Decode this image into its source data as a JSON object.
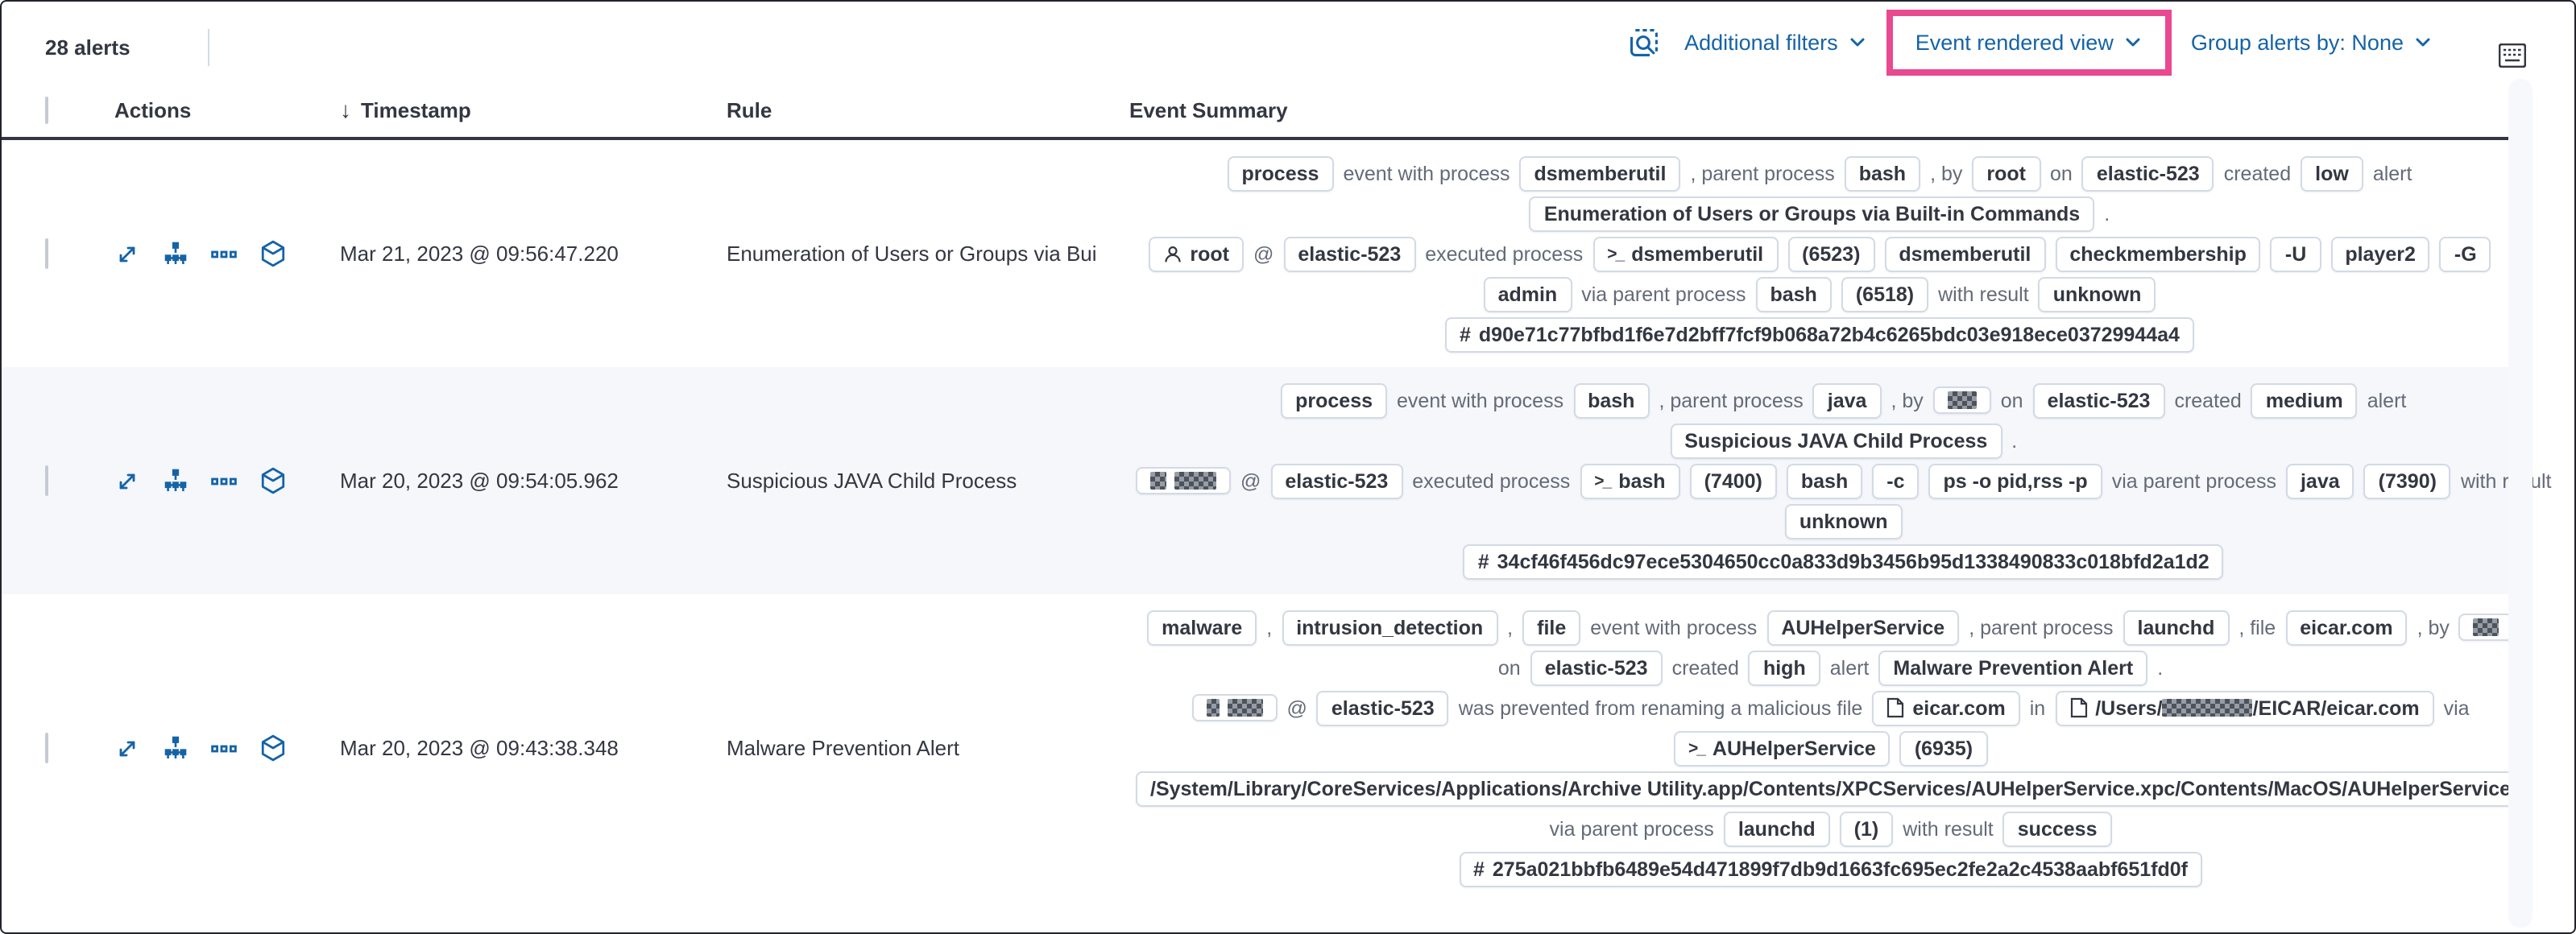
{
  "toolbar": {
    "alerts_count": "28 alerts",
    "additional_filters": "Additional filters",
    "view_selector": "Event rendered view",
    "group_by": "Group alerts by: None"
  },
  "icons": {
    "toolbar": [
      "inspect-icon",
      "chevron-down-icon",
      "keyboard-icon"
    ],
    "row_actions": [
      "expand-alert-icon",
      "analyze-event-icon",
      "more-actions-icon",
      "session-view-icon"
    ],
    "badge_icons": [
      "user-icon",
      "terminal-icon",
      "file-icon",
      "hash-icon"
    ]
  },
  "colors": {
    "accent_blue": "#1563a7",
    "highlight_pink": "#e84990",
    "text_dark": "#343741",
    "text_muted": "#646a77",
    "stripe": "#f5f7fb",
    "badge_border": "#d3dae6"
  },
  "table": {
    "columns": [
      "Actions",
      "Timestamp",
      "Rule",
      "Event Summary"
    ],
    "rows": [
      {
        "timestamp": "Mar 21, 2023 @ 09:56:47.220",
        "rule": "Enumeration of Users or Groups via Bui",
        "lines": [
          [
            {
              "t": "badge",
              "v": "process"
            },
            {
              "t": "text",
              "v": "event with process"
            },
            {
              "t": "badge",
              "v": "dsmemberutil"
            },
            {
              "t": "text",
              "v": ", parent process"
            },
            {
              "t": "badge",
              "v": "bash"
            },
            {
              "t": "text",
              "v": ", by"
            },
            {
              "t": "badge",
              "v": "root"
            },
            {
              "t": "text",
              "v": "on"
            },
            {
              "t": "badge",
              "v": "elastic-523"
            },
            {
              "t": "text",
              "v": "created"
            },
            {
              "t": "badge",
              "v": "low"
            },
            {
              "t": "text",
              "v": "alert"
            }
          ],
          [
            {
              "t": "badge",
              "v": "Enumeration of Users or Groups via Built-in Commands"
            },
            {
              "t": "text",
              "v": "."
            }
          ],
          [
            {
              "t": "badge",
              "v": "root",
              "icon": "user"
            },
            {
              "t": "text",
              "v": "@"
            },
            {
              "t": "badge",
              "v": "elastic-523"
            },
            {
              "t": "text",
              "v": "executed process"
            },
            {
              "t": "badge",
              "v": "dsmemberutil",
              "icon": "term"
            },
            {
              "t": "badge",
              "v": "(6523)"
            },
            {
              "t": "badge",
              "v": "dsmemberutil"
            },
            {
              "t": "badge",
              "v": "checkmembership"
            },
            {
              "t": "badge",
              "v": "-U"
            },
            {
              "t": "badge",
              "v": "player2"
            },
            {
              "t": "badge",
              "v": "-G"
            }
          ],
          [
            {
              "t": "badge",
              "v": "admin"
            },
            {
              "t": "text",
              "v": "via parent process"
            },
            {
              "t": "badge",
              "v": "bash"
            },
            {
              "t": "badge",
              "v": "(6518)"
            },
            {
              "t": "text",
              "v": "with result"
            },
            {
              "t": "badge",
              "v": "unknown"
            }
          ],
          [
            {
              "t": "badge",
              "v": "d90e71c77bfbd1f6e7d2bff7fcf9b068a72b4c6265bdc03e918ece03729944a4",
              "icon": "hash"
            }
          ]
        ]
      },
      {
        "timestamp": "Mar 20, 2023 @ 09:54:05.962",
        "rule": "Suspicious JAVA Child Process",
        "lines": [
          [
            {
              "t": "badge",
              "v": "process"
            },
            {
              "t": "text",
              "v": "event with process"
            },
            {
              "t": "badge",
              "v": "bash"
            },
            {
              "t": "text",
              "v": ", parent process"
            },
            {
              "t": "badge",
              "v": "java"
            },
            {
              "t": "text",
              "v": ", by"
            },
            {
              "t": "badge",
              "parts": [
                {
                  "r": 18
                }
              ]
            },
            {
              "t": "text",
              "v": "on"
            },
            {
              "t": "badge",
              "v": "elastic-523"
            },
            {
              "t": "text",
              "v": "created"
            },
            {
              "t": "badge",
              "v": "medium"
            },
            {
              "t": "text",
              "v": "alert"
            }
          ],
          [
            {
              "t": "badge",
              "v": "Suspicious JAVA Child Process"
            },
            {
              "t": "text",
              "v": "."
            }
          ],
          [
            {
              "t": "badge",
              "parts": [
                {
                  "r": 10
                },
                {
                  "r": 26
                }
              ]
            },
            {
              "t": "text",
              "v": "@"
            },
            {
              "t": "badge",
              "v": "elastic-523"
            },
            {
              "t": "text",
              "v": "executed process"
            },
            {
              "t": "badge",
              "v": "bash",
              "icon": "term"
            },
            {
              "t": "badge",
              "v": "(7400)"
            },
            {
              "t": "badge",
              "v": "bash"
            },
            {
              "t": "badge",
              "v": "-c"
            },
            {
              "t": "badge",
              "v": "ps -o pid,rss -p"
            },
            {
              "t": "text",
              "v": "via parent process"
            },
            {
              "t": "badge",
              "v": "java"
            },
            {
              "t": "badge",
              "v": "(7390)"
            },
            {
              "t": "text",
              "v": "with result"
            }
          ],
          [
            {
              "t": "badge",
              "v": "unknown"
            }
          ],
          [
            {
              "t": "badge",
              "v": "34cf46f456dc97ece5304650cc0a833d9b3456b95d1338490833c018bfd2a1d2",
              "icon": "hash"
            }
          ]
        ]
      },
      {
        "timestamp": "Mar 20, 2023 @ 09:43:38.348",
        "rule": "Malware Prevention Alert",
        "lines": [
          [
            {
              "t": "badge",
              "v": "malware"
            },
            {
              "t": "text",
              "v": ","
            },
            {
              "t": "badge",
              "v": "intrusion_detection"
            },
            {
              "t": "text",
              "v": ","
            },
            {
              "t": "badge",
              "v": "file"
            },
            {
              "t": "text",
              "v": "event with process"
            },
            {
              "t": "badge",
              "v": "AUHelperService"
            },
            {
              "t": "text",
              "v": ", parent process"
            },
            {
              "t": "badge",
              "v": "launchd"
            },
            {
              "t": "text",
              "v": ", file"
            },
            {
              "t": "badge",
              "v": "eicar.com"
            },
            {
              "t": "text",
              "v": ", by"
            },
            {
              "t": "badge",
              "parts": [
                {
                  "r": 16
                }
              ]
            }
          ],
          [
            {
              "t": "text",
              "v": "on"
            },
            {
              "t": "badge",
              "v": "elastic-523"
            },
            {
              "t": "text",
              "v": "created"
            },
            {
              "t": "badge",
              "v": "high"
            },
            {
              "t": "text",
              "v": "alert"
            },
            {
              "t": "badge",
              "v": "Malware Prevention Alert"
            },
            {
              "t": "text",
              "v": "."
            }
          ],
          [
            {
              "t": "badge",
              "parts": [
                {
                  "r": 8
                },
                {
                  "r": 22
                }
              ]
            },
            {
              "t": "text",
              "v": "@"
            },
            {
              "t": "badge",
              "v": "elastic-523"
            },
            {
              "t": "text",
              "v": "was prevented from renaming a malicious file"
            },
            {
              "t": "badge",
              "v": "eicar.com",
              "icon": "file"
            },
            {
              "t": "text",
              "v": "in"
            },
            {
              "t": "badge",
              "icon": "file",
              "parts": [
                {
                  "v": "/Users/"
                },
                {
                  "r": 56
                },
                {
                  "v": "/EICAR/eicar.com"
                }
              ]
            },
            {
              "t": "text",
              "v": "via"
            }
          ],
          [
            {
              "t": "badge",
              "v": "AUHelperService",
              "icon": "term"
            },
            {
              "t": "badge",
              "v": "(6935)"
            }
          ],
          [
            {
              "t": "badge",
              "v": "/System/Library/CoreServices/Applications/Archive Utility.app/Contents/XPCServices/AUHelperService.xpc/Contents/MacOS/AUHelperService"
            }
          ],
          [
            {
              "t": "text",
              "v": "via parent process"
            },
            {
              "t": "badge",
              "v": "launchd"
            },
            {
              "t": "badge",
              "v": "(1)"
            },
            {
              "t": "text",
              "v": "with result"
            },
            {
              "t": "badge",
              "v": "success"
            }
          ],
          [
            {
              "t": "badge",
              "v": "275a021bbfb6489e54d471899f7db9d1663fc695ec2fe2a2c4538aabf651fd0f",
              "icon": "hash"
            }
          ]
        ]
      }
    ]
  }
}
